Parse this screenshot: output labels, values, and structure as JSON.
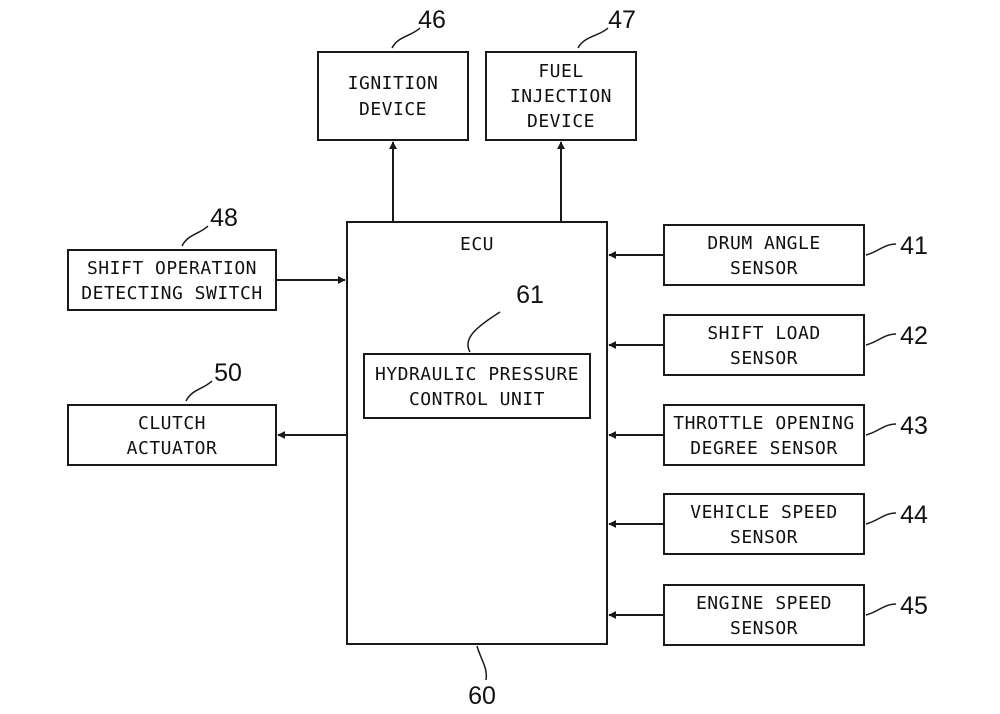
{
  "blocks": {
    "ignition_device": {
      "ref": "46",
      "lines": [
        "IGNITION",
        "DEVICE"
      ]
    },
    "fuel_injection_device": {
      "ref": "47",
      "lines": [
        "FUEL",
        "INJECTION",
        "DEVICE"
      ]
    },
    "shift_operation_switch": {
      "ref": "48",
      "lines": [
        "SHIFT OPERATION",
        "DETECTING SWITCH"
      ]
    },
    "clutch_actuator": {
      "ref": "50",
      "lines": [
        "CLUTCH",
        "ACTUATOR"
      ]
    },
    "ecu": {
      "ref": "60",
      "label": "ECU"
    },
    "hydraulic_pressure_control_unit": {
      "ref": "61",
      "lines": [
        "HYDRAULIC PRESSURE",
        "CONTROL UNIT"
      ]
    },
    "drum_angle_sensor": {
      "ref": "41",
      "lines": [
        "DRUM ANGLE",
        "SENSOR"
      ]
    },
    "shift_load_sensor": {
      "ref": "42",
      "lines": [
        "SHIFT LOAD",
        "SENSOR"
      ]
    },
    "throttle_opening_degree_sensor": {
      "ref": "43",
      "lines": [
        "THROTTLE OPENING",
        "DEGREE SENSOR"
      ]
    },
    "vehicle_speed_sensor": {
      "ref": "44",
      "lines": [
        "VEHICLE SPEED",
        "SENSOR"
      ]
    },
    "engine_speed_sensor": {
      "ref": "45",
      "lines": [
        "ENGINE SPEED",
        "SENSOR"
      ]
    }
  }
}
